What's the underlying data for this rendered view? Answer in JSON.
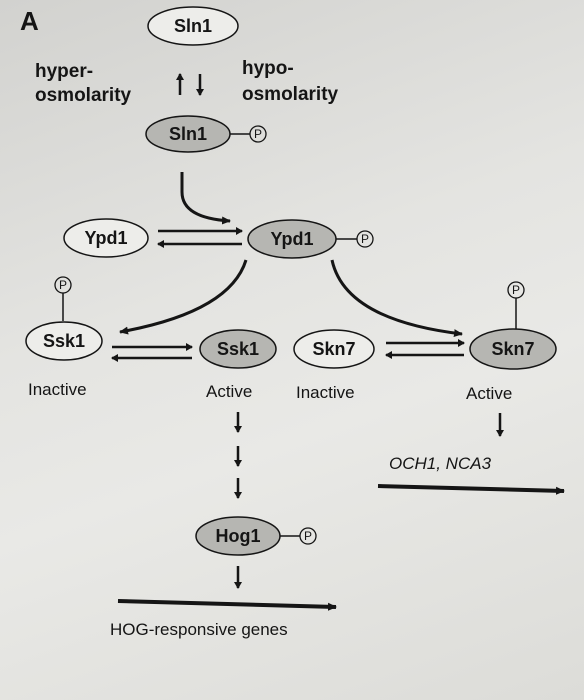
{
  "panel_label": "A",
  "proteins": {
    "sln1": "Sln1",
    "ypd1": "Ypd1",
    "ssk1": "Ssk1",
    "skn7": "Skn7",
    "hog1": "Hog1"
  },
  "phospho_mark": "P",
  "conditions": {
    "hyper_line1": "hyper-",
    "hyper_line2": "osmolarity",
    "hypo_line1": "hypo-",
    "hypo_line2": "osmolarity"
  },
  "states": {
    "inactive": "Inactive",
    "active": "Active"
  },
  "outputs": {
    "hog_genes": "HOG-responsive genes",
    "skn7_genes": "OCH1, NCA3"
  },
  "colors": {
    "phosphorylated_fill": "#b6b6b2",
    "unphosphorylated_fill": "#ededea",
    "ink": "#151515"
  }
}
